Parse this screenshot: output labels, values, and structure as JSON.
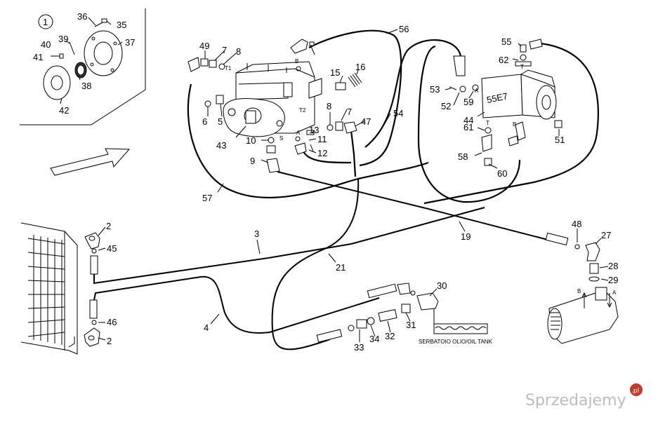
{
  "inset_marker": "1",
  "callouts": {
    "c36": "36",
    "c35": "35",
    "c37": "37",
    "c39": "39",
    "c40": "40",
    "c41": "41",
    "c38": "38",
    "c42": "42",
    "c49": "49",
    "c7a": "7",
    "c8a": "8",
    "c56": "56",
    "c15": "15",
    "c16": "16",
    "c6": "6",
    "c5": "5",
    "c43": "43",
    "c8b": "8",
    "c7b": "7",
    "c47": "47",
    "c13": "13",
    "c11": "11",
    "c10": "10",
    "c12": "12",
    "c9": "9",
    "c54": "54",
    "c57": "57",
    "c55": "55",
    "c62": "62",
    "c53": "53",
    "c52": "52",
    "c59": "59",
    "c44": "44",
    "c61": "61",
    "c58": "58",
    "c60": "60",
    "c51": "51",
    "c2a": "2",
    "c45": "45",
    "c3": "3",
    "c19": "19",
    "c48": "48",
    "c27": "27",
    "c21": "21",
    "c28": "28",
    "c29": "29",
    "c4": "4",
    "c30": "30",
    "c46": "46",
    "c2b": "2",
    "c31": "31",
    "c32": "32",
    "c33": "33",
    "c34": "34"
  },
  "port_marks": {
    "pB1": "B",
    "pT1": "T1",
    "pT2": "T2",
    "pA1": "A",
    "pS": "S",
    "pA2": "A",
    "pT3": "T",
    "pB2": "B",
    "pT4": "T",
    "pB3": "B",
    "pA3": "A"
  },
  "housing_code": "55E7",
  "tank_label": "SERBATOIO OLIO/OIL TANK",
  "watermark": "Sprzedajemy",
  "watermark_tld": ".pl",
  "colors": {
    "ink": "#000000",
    "watermark": "#bdbdbd",
    "watermark_badge": "#c0392b"
  }
}
